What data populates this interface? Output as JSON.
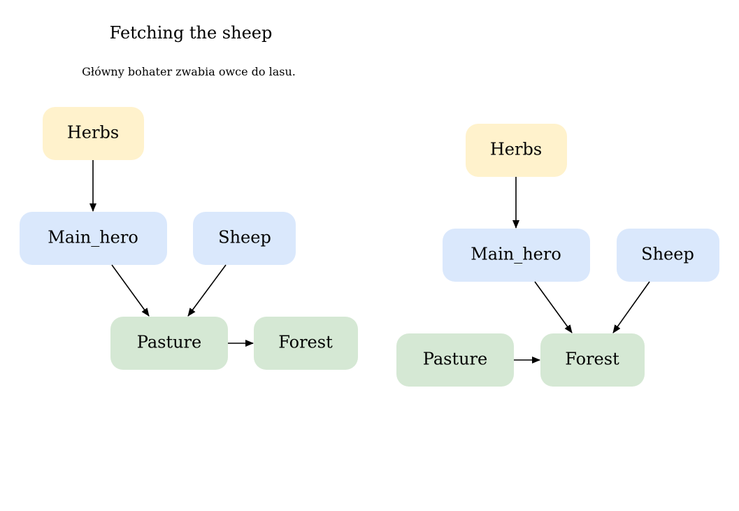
{
  "title": "Fetching the sheep",
  "subtitle": "Główny bohater zwabia owce do lasu.",
  "colors": {
    "herbs": "#fff2cc",
    "character": "#dae8fc",
    "place": "#d5e8d4",
    "edge": "#000000"
  },
  "panels": [
    {
      "nodes": {
        "herbs": "Herbs",
        "main_hero": "Main_hero",
        "sheep": "Sheep",
        "pasture": "Pasture",
        "forest": "Forest"
      }
    },
    {
      "nodes": {
        "herbs": "Herbs",
        "main_hero": "Main_hero",
        "sheep": "Sheep",
        "pasture": "Pasture",
        "forest": "Forest"
      }
    }
  ]
}
